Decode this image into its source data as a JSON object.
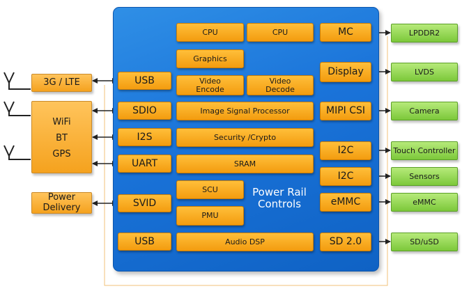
{
  "soc": {
    "compute": {
      "cpu_1": "CPU",
      "cpu_2": "CPU",
      "graphics": "Graphics",
      "video_encode": "Video\nEncode",
      "video_decode": "Video\nDecode"
    },
    "processing": {
      "isp": "Image Signal Processor",
      "security": "Security /Crypto",
      "sram": "SRAM",
      "scu": "SCU",
      "pmu": "PMU",
      "audio_dsp": "Audio DSP"
    },
    "power_rail_caption": "Power Rail\nControls",
    "left_ports": {
      "usb_top": "USB",
      "sdio": "SDIO",
      "i2s": "I2S",
      "uart": "UART",
      "svid": "SVID",
      "usb_bottom": "USB"
    },
    "right_ports": {
      "mc": "MC",
      "display": "Display",
      "mipi_csi": "MIPI CSI",
      "i2c_1": "I2C",
      "i2c_2": "I2C",
      "emmc": "eMMC",
      "sd": "SD 2.0"
    }
  },
  "left_devices": {
    "lte": "3G / LTE",
    "wireless": [
      "WiFi",
      "BT",
      "GPS"
    ],
    "power_delivery": "Power\nDelivery"
  },
  "right_devices": {
    "lpddr2": "LPDDR2",
    "lvds": "LVDS",
    "camera": "Camera",
    "touch_controller": "Touch Controller",
    "sensors": "Sensors",
    "emmc": "eMMC",
    "sd_usd": "SD/uSD"
  },
  "colors": {
    "soc_blue": "#1a73d9",
    "block_orange": "#f5a623",
    "device_green": "#8fd44c",
    "wire_black": "#222222",
    "power_line": "#f0c27a"
  },
  "icons": [
    "antenna-icon",
    "antenna-icon",
    "antenna-icon"
  ]
}
